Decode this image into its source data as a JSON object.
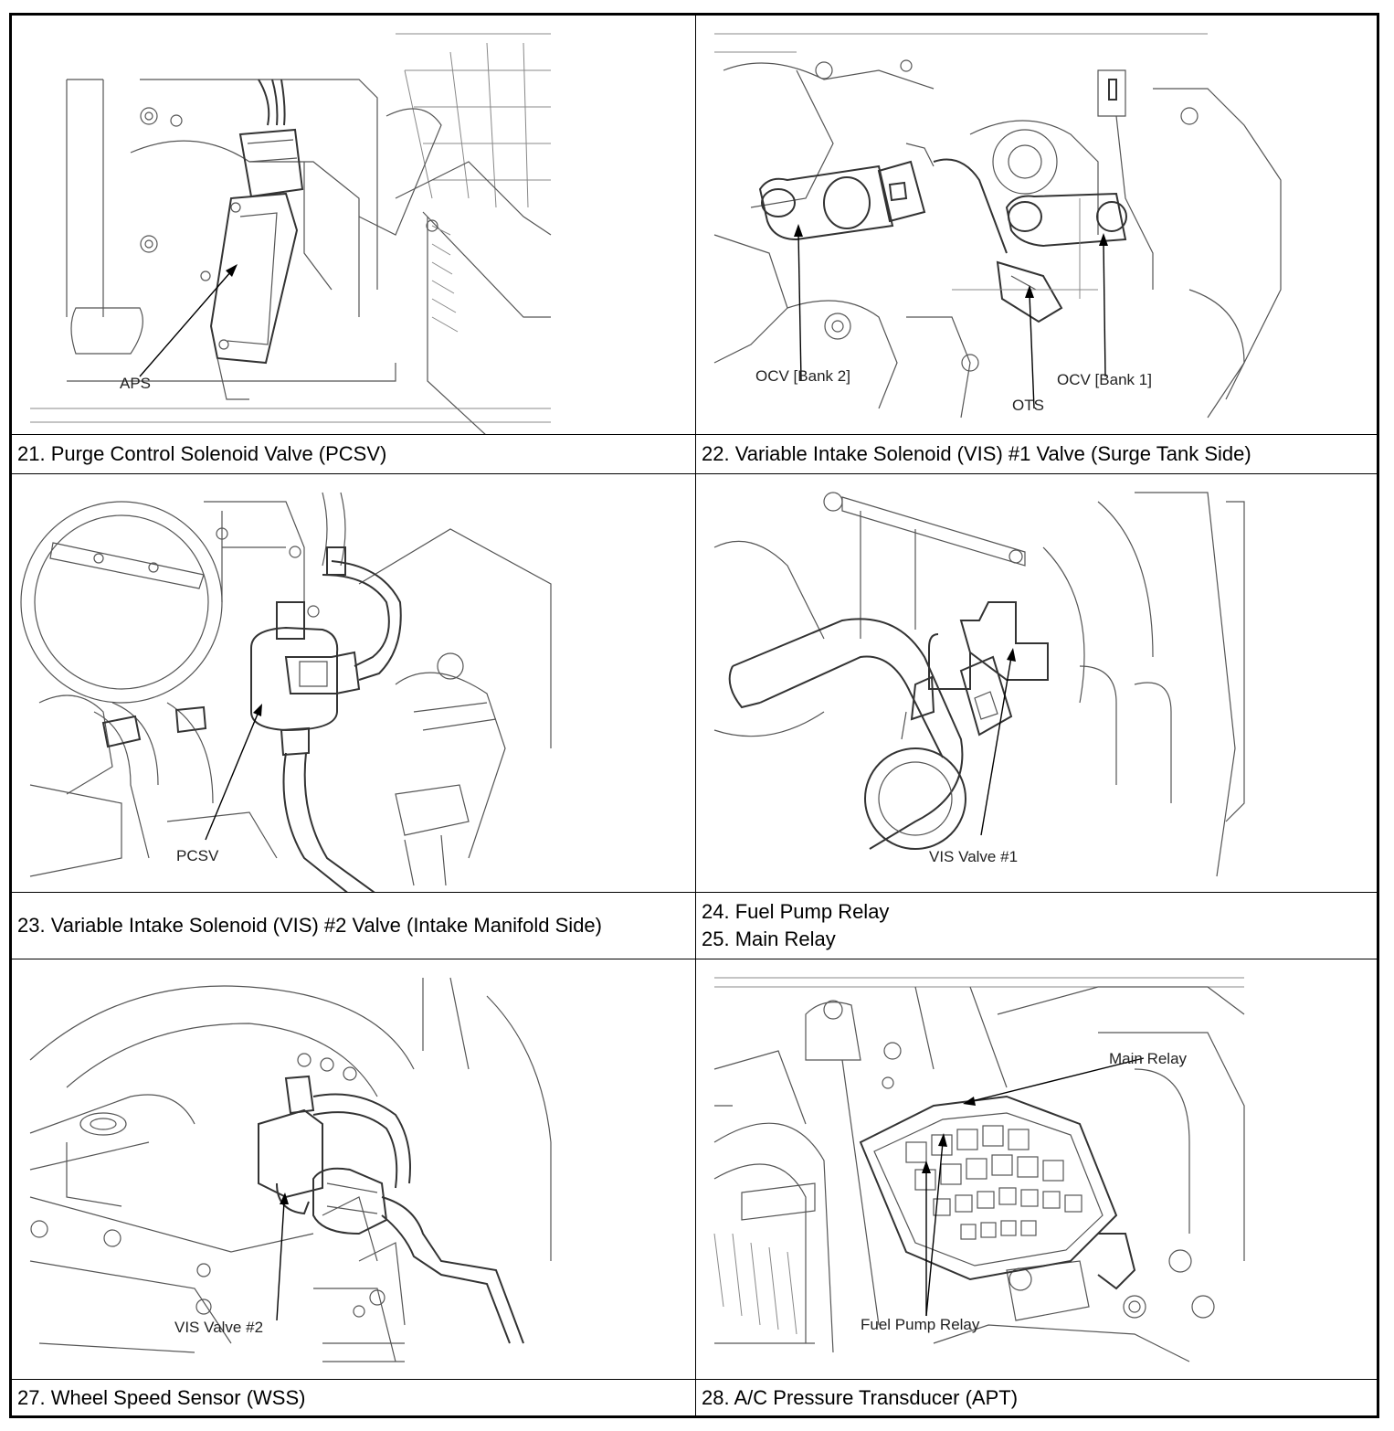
{
  "cells": [
    {
      "caption": "21. Purge Control Solenoid Valve (PCSV)",
      "callouts": [
        "APS"
      ]
    },
    {
      "caption": "22. Variable Intake Solenoid (VIS) #1 Valve (Surge Tank Side)",
      "callouts": [
        "OCV [Bank 2]",
        "OTS",
        "OCV [Bank 1]"
      ]
    },
    {
      "caption": "23. Variable Intake Solenoid (VIS) #2 Valve (Intake Manifold Side)",
      "callouts": [
        "PCSV"
      ]
    },
    {
      "caption_lines": [
        "24. Fuel Pump Relay",
        "25. Main Relay"
      ],
      "callouts": [
        "VIS Valve #1"
      ]
    },
    {
      "caption": "27. Wheel Speed Sensor (WSS)",
      "callouts": [
        "VIS Valve #2"
      ]
    },
    {
      "caption": "28. A/C Pressure Transducer (APT)",
      "callouts": [
        "Main Relay",
        "Fuel Pump Relay"
      ]
    }
  ]
}
